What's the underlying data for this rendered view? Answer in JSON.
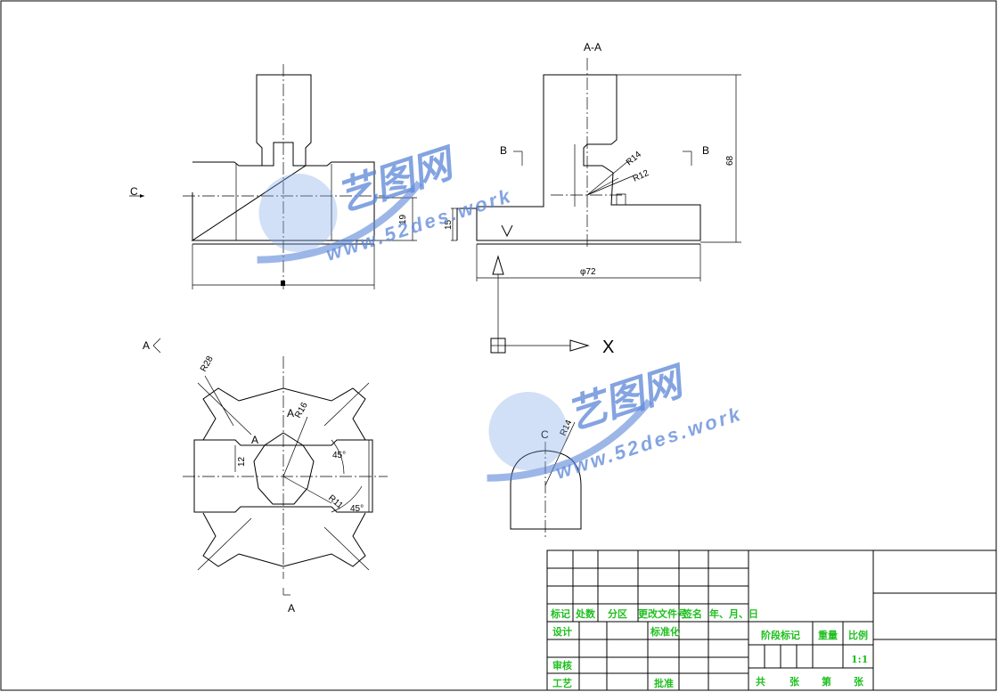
{
  "views": {
    "section_title": "A-A",
    "label_b_left": "B",
    "label_b_right": "B",
    "label_c_front": "C",
    "label_a_top": "A",
    "label_a_bottom": "A",
    "label_a_side": "A",
    "label_a_inner": "A",
    "label_a_small": "A",
    "label_c_detail": "C",
    "axis_x": "X"
  },
  "dimensions": {
    "h19": "19",
    "h15": "15",
    "h68": "68",
    "dia72": "φ72",
    "r14": "R14",
    "r12": "R12",
    "r28": "R28",
    "r16": "R16",
    "h12": "12",
    "ang45a": "45°",
    "ang45b": "45°",
    "r11": "R11",
    "r14c": "R14"
  },
  "title_block": {
    "h_mark": "标记",
    "h_count": "处数",
    "h_zone": "分区",
    "h_doc": "更改文件号",
    "h_sign": "签名",
    "h_date": "年、月、日",
    "design": "设计",
    "standard": "标准化",
    "review": "审核",
    "process": "工艺",
    "approve": "批准",
    "stage": "阶段标记",
    "weight": "重量",
    "scale": "比例",
    "scale_val": "1:1",
    "total": "共",
    "sheets": "张",
    "page": "第",
    "page_end": "张"
  },
  "watermark": {
    "brand": "艺图网",
    "url": "www.52des.work"
  }
}
